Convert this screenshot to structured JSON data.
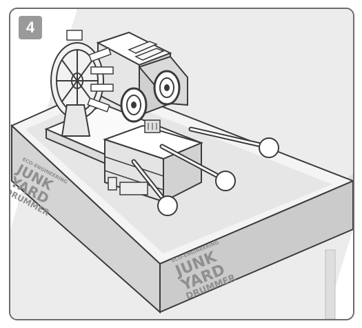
{
  "step": {
    "number": "4"
  },
  "box_branding": {
    "tagline": "ECO-ENGINEERING",
    "line1": "JUNK",
    "line2": "YARD",
    "line3": "DRUMMER"
  },
  "colors": {
    "outline": "#3a3a3a",
    "badge": "#9a9a9a",
    "box_front": "#d8d8d8",
    "box_side": "#cfcfcf",
    "box_top": "#f3f3f3",
    "table": "#e9e9e9"
  }
}
